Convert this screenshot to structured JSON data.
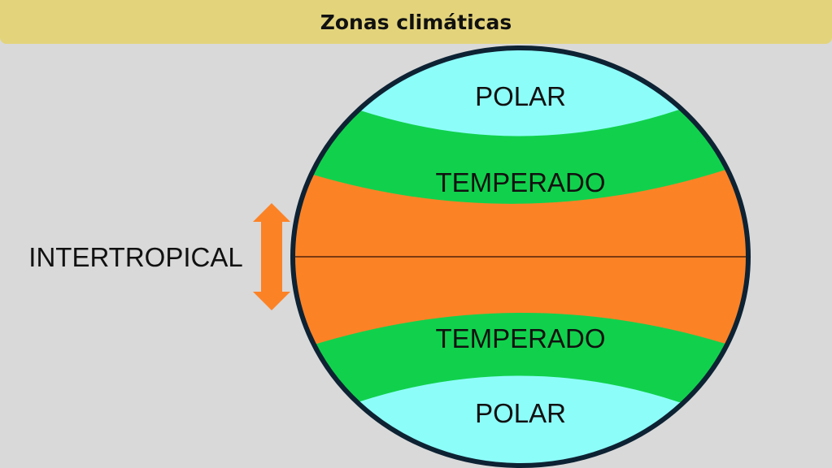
{
  "header": {
    "title": "Zonas climáticas"
  },
  "zones": {
    "polar_top": "POLAR",
    "temperate_top": "TEMPERADO",
    "intertropical": "INTERTROPICAL",
    "temperate_bottom": "TEMPERADO",
    "polar_bottom": "POLAR"
  },
  "colors": {
    "polar": "#8dfdf9",
    "temperate": "#11d14c",
    "intertropical": "#fc8226",
    "outline": "#0d2233",
    "header": "#e3d47c",
    "background": "#d9d9d9"
  }
}
